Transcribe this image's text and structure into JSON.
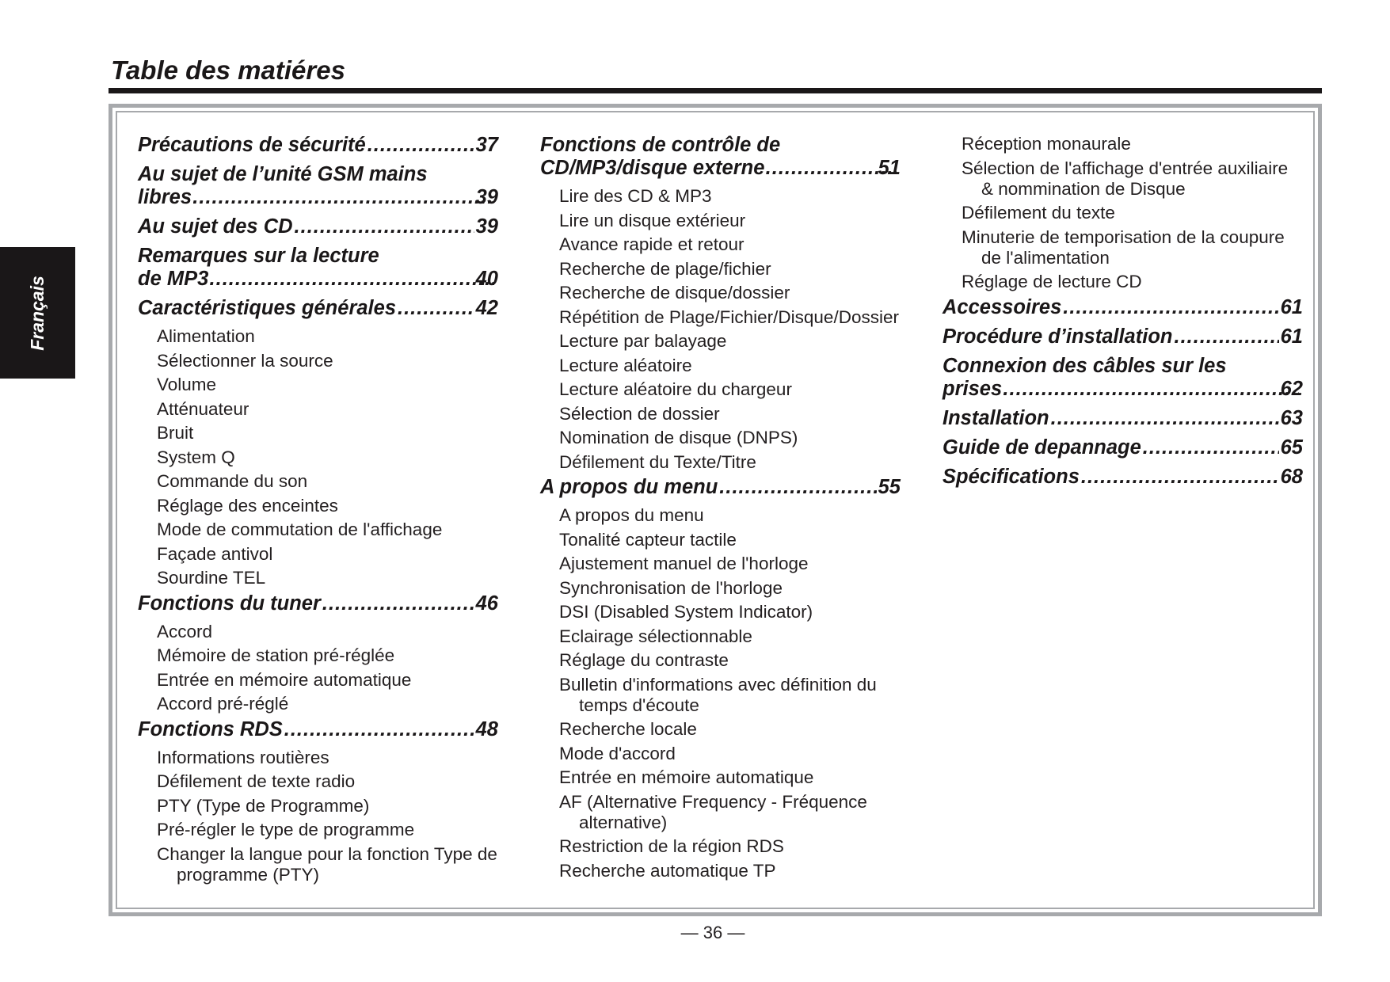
{
  "page": {
    "title": "Table des matiéres",
    "side_tab": "Français",
    "page_number": "— 36 —",
    "dots": "........................................................................................"
  },
  "columns": [
    [
      {
        "main": "Précautions de sécurité",
        "page": "37"
      },
      {
        "main_lines": [
          "Au sujet de l’unité GSM mains",
          "libres"
        ],
        "page": "39"
      },
      {
        "main": "Au sujet des CD",
        "page": "39"
      },
      {
        "main_lines": [
          "Remarques sur la lecture",
          "de MP3 "
        ],
        "page": "40"
      },
      {
        "main": "Caractéristiques générales",
        "page": "42"
      },
      {
        "sub": "Alimentation"
      },
      {
        "sub": "Sélectionner la source"
      },
      {
        "sub": "Volume"
      },
      {
        "sub": "Atténuateur"
      },
      {
        "sub": "Bruit"
      },
      {
        "sub": "System Q"
      },
      {
        "sub": "Commande du son"
      },
      {
        "sub": "Réglage des enceintes"
      },
      {
        "sub": "Mode de commutation de l'affichage"
      },
      {
        "sub": "Façade antivol"
      },
      {
        "sub": "Sourdine TEL"
      },
      {
        "main": "Fonctions du tuner ",
        "page": "46"
      },
      {
        "sub": "Accord"
      },
      {
        "sub": "Mémoire de station pré-réglée"
      },
      {
        "sub": "Entrée en mémoire automatique"
      },
      {
        "sub": "Accord pré-réglé"
      },
      {
        "main": "Fonctions RDS ",
        "page": "48"
      },
      {
        "sub": "Informations routières"
      },
      {
        "sub": "Défilement de texte radio"
      },
      {
        "sub": "PTY (Type de Programme)"
      },
      {
        "sub": "Pré-régler le type de programme"
      },
      {
        "sub": "Changer la langue pour la fonction Type de programme (PTY)"
      }
    ],
    [
      {
        "main_lines": [
          "Fonctions de contrôle de",
          "CD/MP3/disque externe "
        ],
        "page": "51"
      },
      {
        "sub": "Lire des CD & MP3"
      },
      {
        "sub": "Lire un disque extérieur"
      },
      {
        "sub": "Avance rapide et retour"
      },
      {
        "sub": "Recherche de plage/fichier"
      },
      {
        "sub": "Recherche de disque/dossier"
      },
      {
        "sub": "Répétition de Plage/Fichier/Disque/Dossier"
      },
      {
        "sub": "Lecture par balayage"
      },
      {
        "sub": "Lecture aléatoire"
      },
      {
        "sub": "Lecture aléatoire du chargeur"
      },
      {
        "sub": "Sélection de dossier"
      },
      {
        "sub": "Nomination de disque (DNPS)"
      },
      {
        "sub": "Défilement du Texte/Titre"
      },
      {
        "main": "A propos du menu ",
        "page": "55"
      },
      {
        "sub": "A propos du menu"
      },
      {
        "sub": "Tonalité capteur tactile"
      },
      {
        "sub": "Ajustement manuel de l'horloge"
      },
      {
        "sub": "Synchronisation de l'horloge"
      },
      {
        "sub": "DSI (Disabled System Indicator)"
      },
      {
        "sub": "Eclairage sélectionnable"
      },
      {
        "sub": "Réglage du contraste"
      },
      {
        "sub": "Bulletin d'informations avec définition du temps d'écoute"
      },
      {
        "sub": "Recherche locale"
      },
      {
        "sub": "Mode d'accord"
      },
      {
        "sub": "Entrée en mémoire automatique"
      },
      {
        "sub": "AF (Alternative Frequency - Fréquence alternative)"
      },
      {
        "sub": "Restriction de la région RDS"
      },
      {
        "sub": "Recherche automatique TP"
      }
    ],
    [
      {
        "sub": "Réception monaurale"
      },
      {
        "sub": "Sélection de l'affichage d'entrée auxiliaire & nommination de Disque"
      },
      {
        "sub": "Défilement du texte"
      },
      {
        "sub": "Minuterie de temporisation de la coupure de l'alimentation"
      },
      {
        "sub": "Réglage de lecture CD"
      },
      {
        "main": "Accessoires",
        "page": "61"
      },
      {
        "main": "Procédure d’installation ",
        "page": "61"
      },
      {
        "main_lines": [
          "Connexion des câbles sur les",
          "prises"
        ],
        "page": "62"
      },
      {
        "main": "Installation ",
        "page": "63"
      },
      {
        "main": "Guide de depannage",
        "page": "65"
      },
      {
        "main": "Spécifications ",
        "page": "68"
      }
    ]
  ]
}
